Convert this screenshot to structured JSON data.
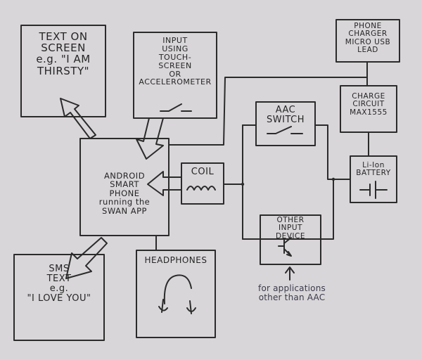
{
  "boxes": {
    "text_on_screen": "TEXT ON\nSCREEN\ne.g. \"I AM\nTHIRSTY\"",
    "input_method": "INPUT\nUSING\nTOUCH-\nSCREEN\nOR\nACCELEROMETER",
    "phone_charger": "PHONE\nCHARGER\nMICRO USB\nLEAD",
    "charge_circuit": "CHARGE\nCIRCUIT\nMAX1555",
    "aac_switch": "AAC\nSWITCH",
    "smartphone": "ANDROID\nSMART\nPHONE\nrunning the\nSWAN APP",
    "coil": "COIL",
    "battery": "Li-Ion\nBATTERY",
    "other_input": "OTHER\nINPUT\nDEVICE",
    "sms_text": "SMS\nTEXT\ne.g.\n\"I LOVE YOU\"",
    "headphones": "HEADPHONES"
  },
  "annotation": "for applications\nother than AAC",
  "icons": {
    "switch": "switch-symbol-icon",
    "coil": "coil-symbol-icon",
    "battery": "battery-symbol-icon",
    "transistor": "transistor-symbol-icon",
    "headphones": "headphones-icon"
  },
  "colors": {
    "paper": "#d9d6d9",
    "ink": "#2a2a2a"
  }
}
